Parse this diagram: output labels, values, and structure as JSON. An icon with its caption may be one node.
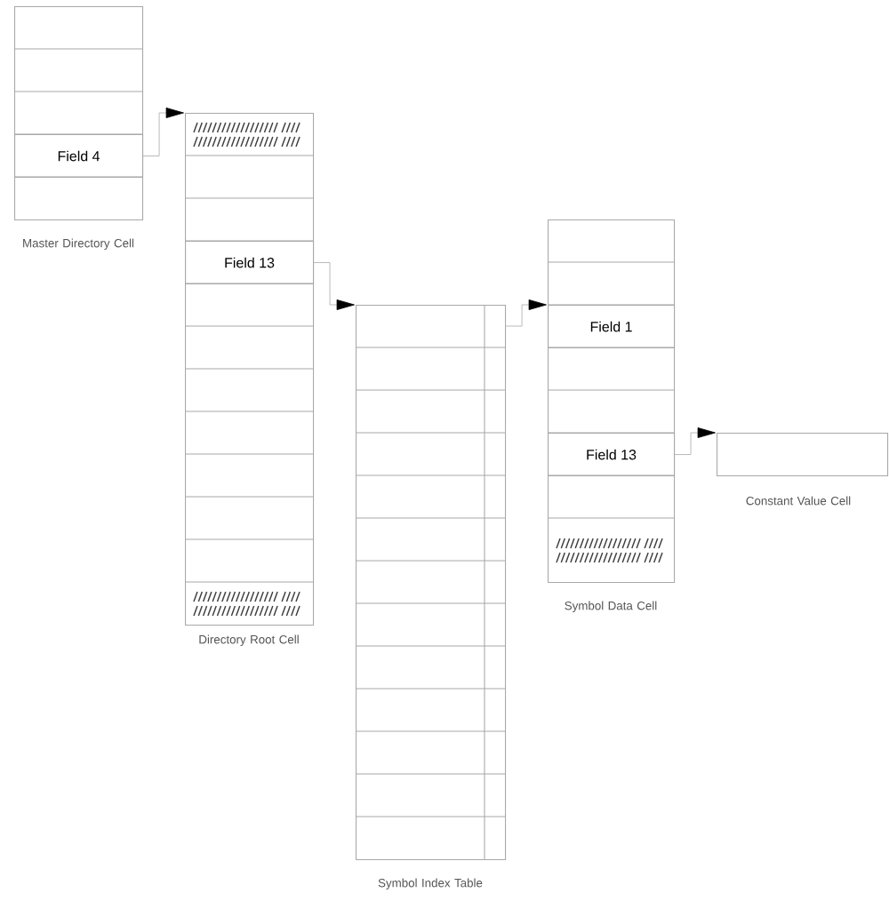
{
  "diagram": {
    "nodes": [
      {
        "text": [
          "Master Directory Cell"
        ]
      },
      {
        "text": [
          "Field 4"
        ],
        "in": 0
      },
      {
        "text": [
          "Directory Root Cell"
        ]
      },
      {
        "text": [
          "Field 13"
        ],
        "in": 2
      },
      {
        "text": [
          "Symbol Index Table"
        ]
      },
      {
        "text": [
          "Symbol Data Cell"
        ]
      },
      {
        "text": [
          "Field 1"
        ],
        "in": 5
      },
      {
        "text": [
          "Field 13"
        ],
        "in": 5
      },
      {
        "text": [
          "Constant Value Cell"
        ]
      }
    ],
    "edges": [
      {
        "from": 1,
        "to": 2,
        "arrow": "to"
      },
      {
        "from": 3,
        "to": 4,
        "arrow": "to"
      },
      {
        "from": 4,
        "to": 6,
        "arrow": "to"
      },
      {
        "from": 7,
        "to": 8,
        "arrow": "to"
      }
    ]
  }
}
